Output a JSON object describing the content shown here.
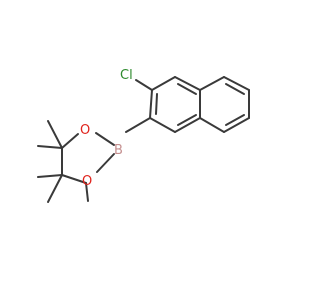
{
  "molecule": {
    "atom_labels": {
      "chlorine": "Cl",
      "boron": "B",
      "oxygen_upper": "O",
      "oxygen_lower": "O"
    },
    "colors": {
      "bond": "#3a3a3a",
      "chlorine": "#2e8b2e",
      "boron": "#c58f8f",
      "oxygen": "#e0231c",
      "background": "#ffffff"
    }
  }
}
